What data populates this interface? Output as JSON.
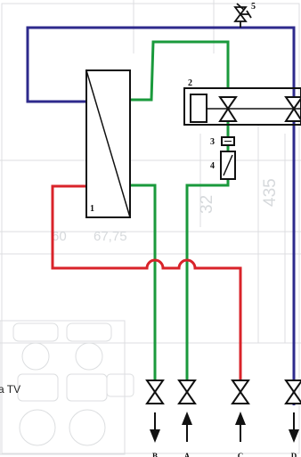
{
  "colors": {
    "supply_blue": "#2e2a8c",
    "green_line": "#1a9a3c",
    "red_line": "#d9232a",
    "component_stroke": "#111111",
    "background_drawing": "#d8dadc"
  },
  "components": {
    "heat_exchanger": {
      "number": "1"
    },
    "valve_group": {
      "number": "2"
    },
    "filter": {
      "number": "3"
    },
    "flow_meter": {
      "number": "4"
    },
    "safety_valve": {
      "number": "5"
    }
  },
  "ports": {
    "b": {
      "label": "B",
      "flow": "out",
      "icon": "arrow-down-icon"
    },
    "a": {
      "label": "A",
      "flow": "in",
      "icon": "arrow-up-icon"
    },
    "c": {
      "label": "C",
      "flow": "in",
      "icon": "arrow-up-icon"
    },
    "d": {
      "label": "D",
      "flow": "out",
      "icon": "arrow-down-icon"
    }
  },
  "background_drawing": {
    "dim_435": "435",
    "dim_32": "32",
    "dim_60": "60",
    "dim_67_75": "67,75",
    "tv_label": "a TV"
  }
}
